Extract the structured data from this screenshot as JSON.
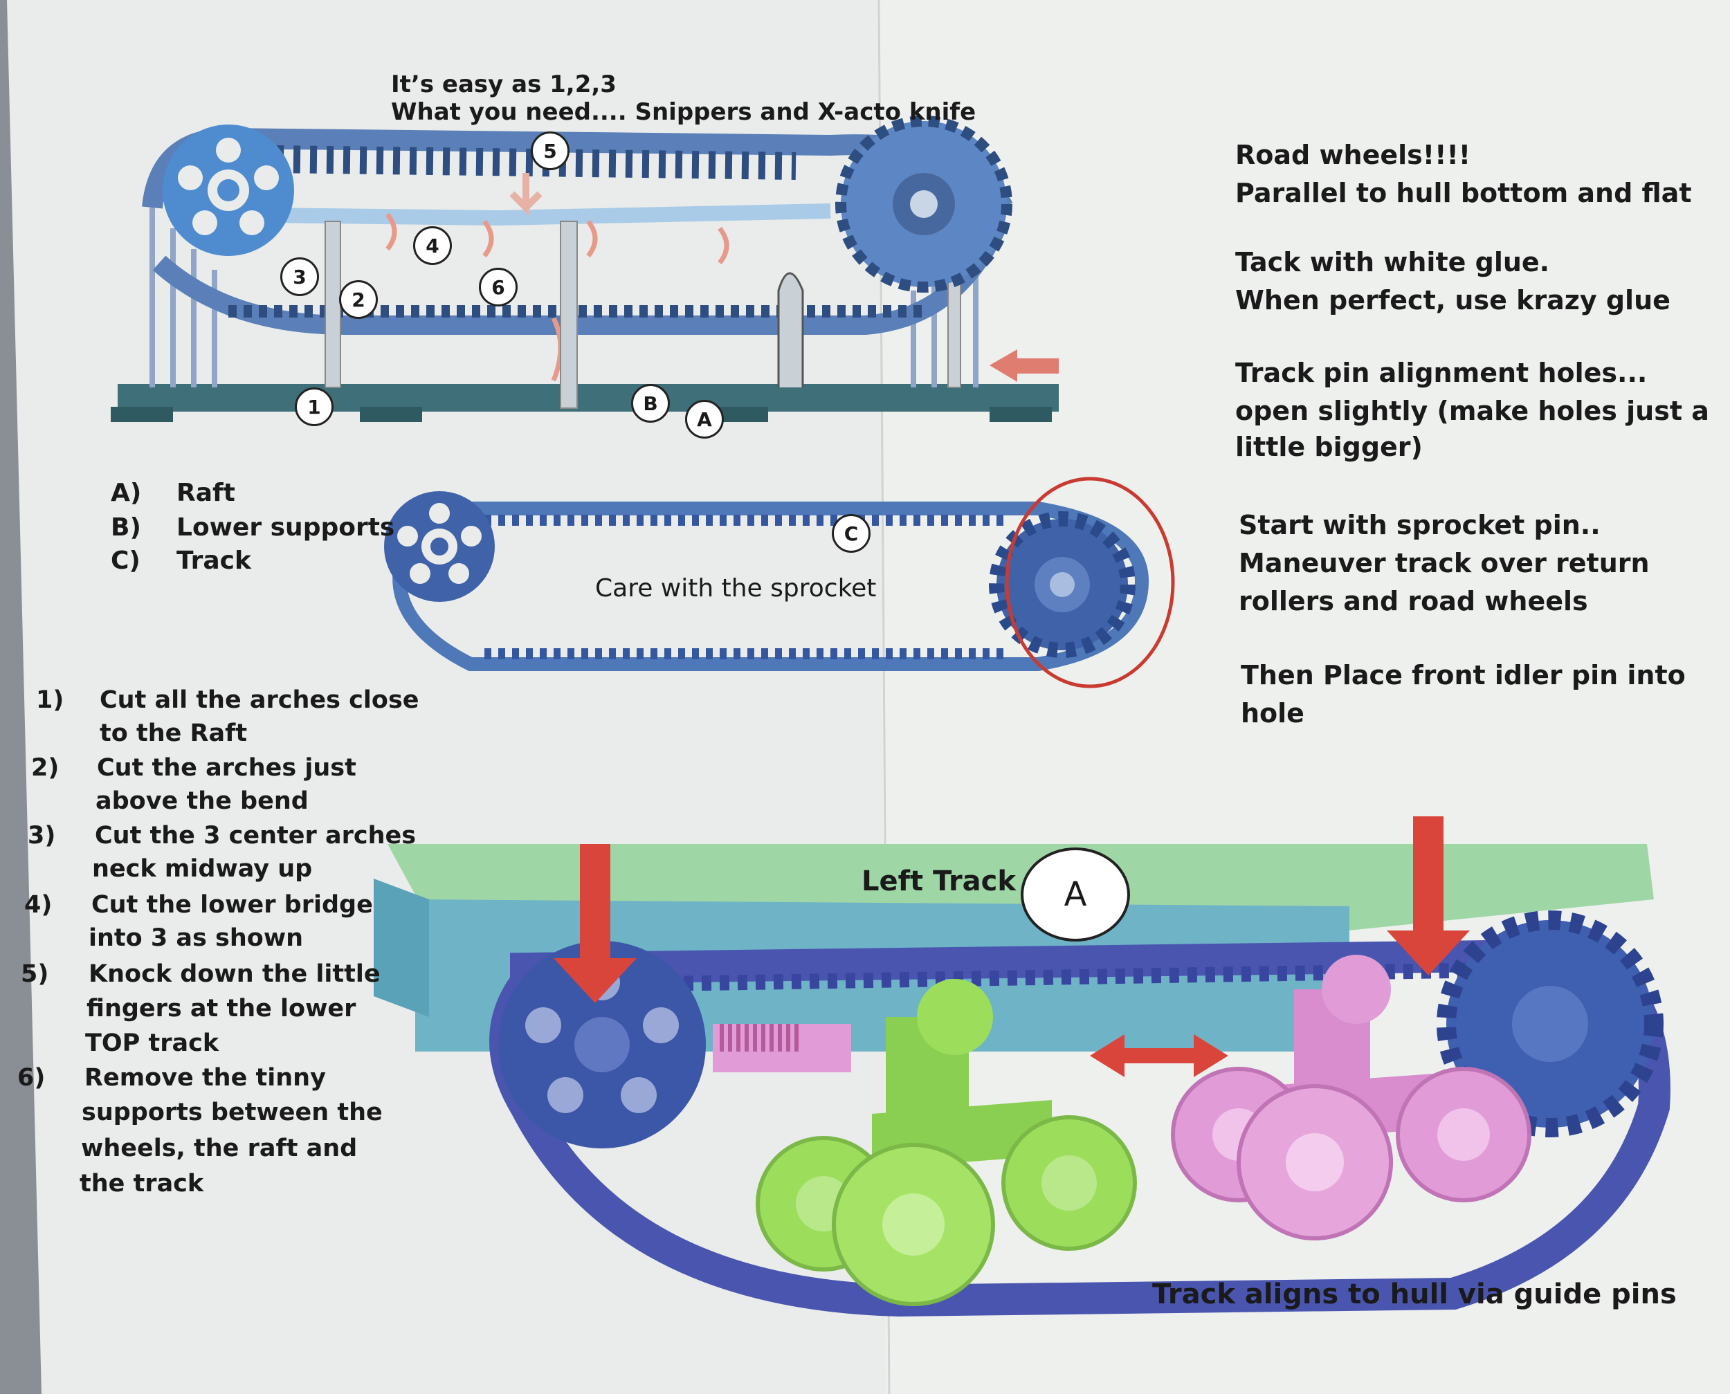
{
  "header": {
    "line1": "It’s easy as 1,2,3",
    "line2": "What you need.... Snippers and X-acto knife"
  },
  "callouts": {
    "c1": "1",
    "c2": "2",
    "c3": "3",
    "c4": "4",
    "c5": "5",
    "c6": "6",
    "cA": "A",
    "cB": "B",
    "cC": "C",
    "big_A": "A"
  },
  "legend": [
    {
      "key": "A)",
      "label": "Raft"
    },
    {
      "key": "B)",
      "label": "Lower supports"
    },
    {
      "key": "C)",
      "label": "Track"
    }
  ],
  "captions": {
    "sprocket": "Care with the sprocket",
    "left_track": "Left Track",
    "guide_pins": "Track aligns to hull via guide pins"
  },
  "right_notes": {
    "road_wheels": "Road wheels!!!!",
    "parallel": "Parallel to hull bottom and flat",
    "tack": "Tack   with white glue.",
    "perfect": "When perfect, use krazy glue",
    "pin_holes": "Track pin alignment holes...",
    "open_slightly": "open slightly (make holes just a",
    "bigger": "little bigger)",
    "start": "Start with sprocket pin..",
    "maneuver": "Maneuver track over return",
    "rollers": "rollers and road wheels",
    "then_place": "Then Place front idler pin into",
    "hole": "hole"
  },
  "steps": [
    {
      "num": "1)",
      "lines": [
        "Cut all the arches close",
        "to the Raft"
      ]
    },
    {
      "num": "2)",
      "lines": [
        "Cut the arches just",
        "above the bend"
      ]
    },
    {
      "num": "3)",
      "lines": [
        "Cut the 3 center arches",
        "neck midway up"
      ]
    },
    {
      "num": "4)",
      "lines": [
        "Cut the lower bridge",
        "into 3 as shown"
      ]
    },
    {
      "num": "5)",
      "lines": [
        "Knock down the little",
        "fingers at the lower",
        "TOP track"
      ]
    },
    {
      "num": "6)",
      "lines": [
        "Remove the tinny",
        "supports between the",
        "wheels, the raft and",
        "the track"
      ]
    }
  ],
  "colors": {
    "paper": "#e9ecea",
    "track_blue": "#4a74b4",
    "dark_blue": "#3c56a8",
    "hull_green": "#9fd6a6",
    "hull_teal": "#6fb3c7",
    "bogie_green": "#9ddd5c",
    "bogie_pink": "#e19bd6",
    "arrow_red": "#d9453b",
    "raft_pink": "#e89a8a"
  }
}
